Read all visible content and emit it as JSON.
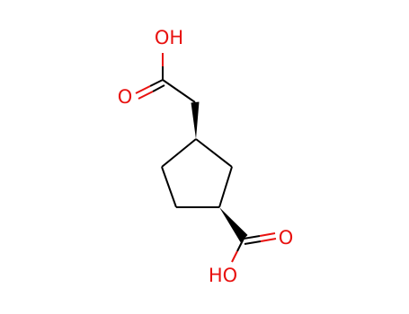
{
  "structure": {
    "labels": {
      "top_hydroxyl": "OH",
      "top_carbonyl_oxygen": "O",
      "bottom_carbonyl_oxygen": "O",
      "bottom_hydroxyl": "HO"
    }
  },
  "colors": {
    "bond": "#000000",
    "oxygen": "#e8110f",
    "background": "#ffffff"
  }
}
